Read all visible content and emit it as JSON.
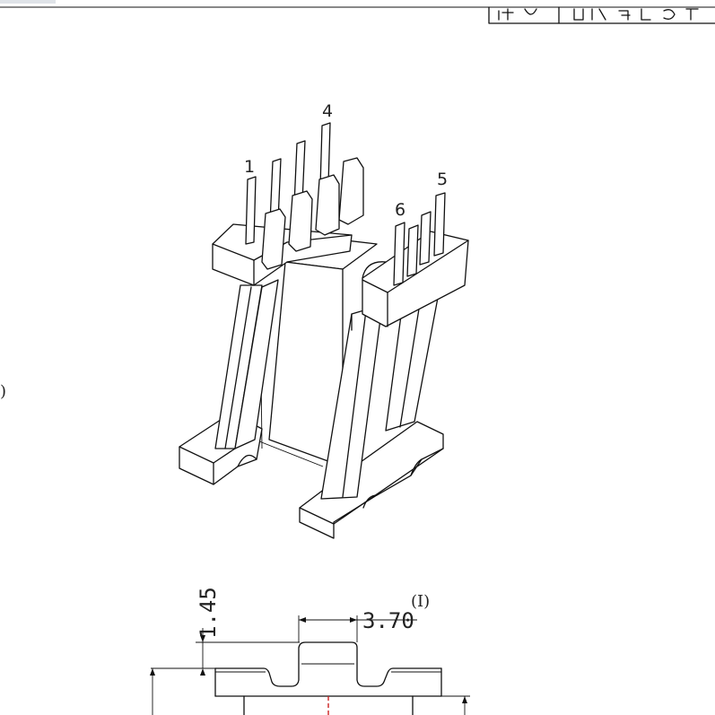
{
  "title_block": {
    "cell_left": "",
    "cell_right": ""
  },
  "pin_labels": [
    "1",
    "4",
    "5",
    "6"
  ],
  "left_edge_text": ")",
  "dimensions": {
    "vertical": "1.45",
    "horizontal": "3.70",
    "view_label": "(I)"
  },
  "colors": {
    "line": "#111111",
    "center_mark": "#cc2222",
    "background": "#ffffff"
  }
}
